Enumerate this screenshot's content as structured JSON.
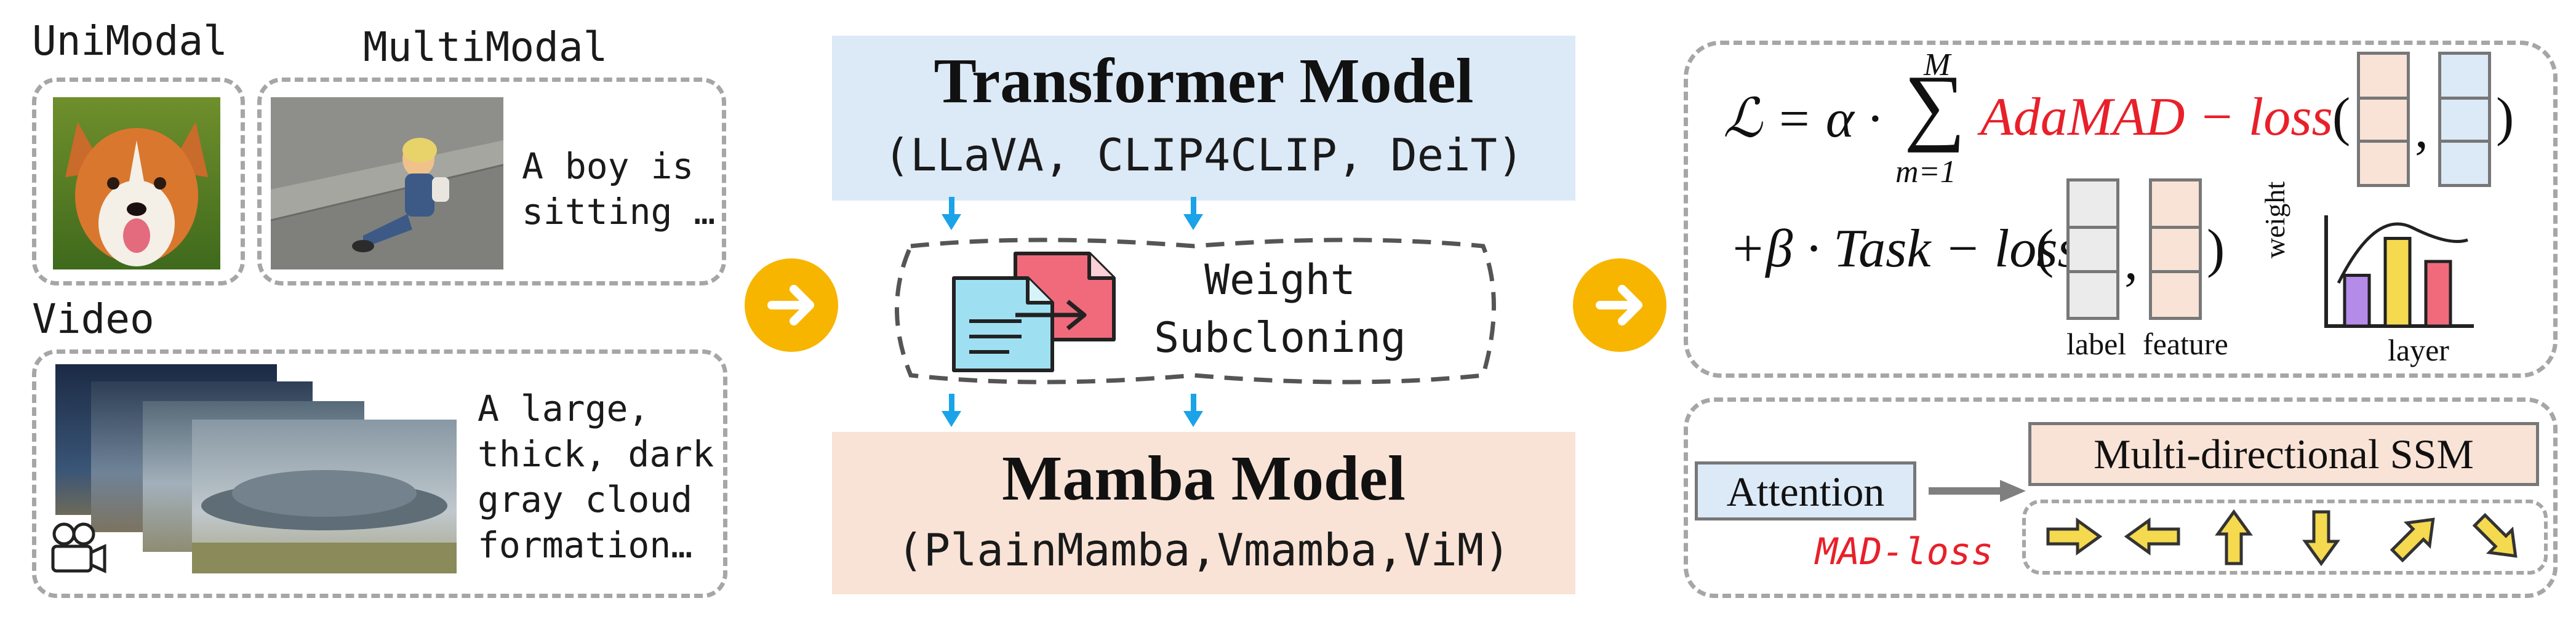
{
  "left": {
    "unimodal_label": "UniModal",
    "multimodal_label": "MultiModal",
    "multimodal_caption_1": "A boy is",
    "multimodal_caption_2": "sitting …",
    "video_label": "Video",
    "video_caption_1": "A large,",
    "video_caption_2": "thick, dark",
    "video_caption_3": "gray cloud",
    "video_caption_4": "formation…"
  },
  "middle": {
    "transformer_title": "Transformer Model",
    "transformer_sub": "(LLaVA, CLIP4CLIP, DeiT)",
    "weight_line_1": "Weight",
    "weight_line_2": "Subcloning",
    "mamba_title": "Mamba Model",
    "mamba_sub": "(PlainMamba,Vmamba,ViM)"
  },
  "right": {
    "loss_symbol": "ℒ = α ·",
    "sum_top": "M",
    "sum_bottom": "m=1",
    "adamad_loss": "AdaMAD − loss",
    "task_loss": "+β · Task − loss",
    "label_text": "label",
    "feature_text": "feature",
    "weight_axis": "weight",
    "layer_axis": "layer",
    "attention_label": "Attention",
    "ssm_label": "Multi-directional SSM",
    "mad_loss": "MAD-loss"
  },
  "colors": {
    "transformer_bg": "#dce9f7",
    "mamba_bg": "#f9e3d6",
    "accent_yellow": "#f7b500",
    "arrow_blue": "#1aa3e8",
    "loss_red": "#e8202a",
    "vec_peach": "#f9e3d6",
    "vec_blue": "#dce9f7",
    "vec_gray": "#ebebeb"
  },
  "chart_data": {
    "type": "bar",
    "categories": [
      "",
      "",
      ""
    ],
    "values": [
      0.55,
      0.95,
      0.7
    ],
    "xlabel": "layer",
    "ylabel": "weight"
  }
}
